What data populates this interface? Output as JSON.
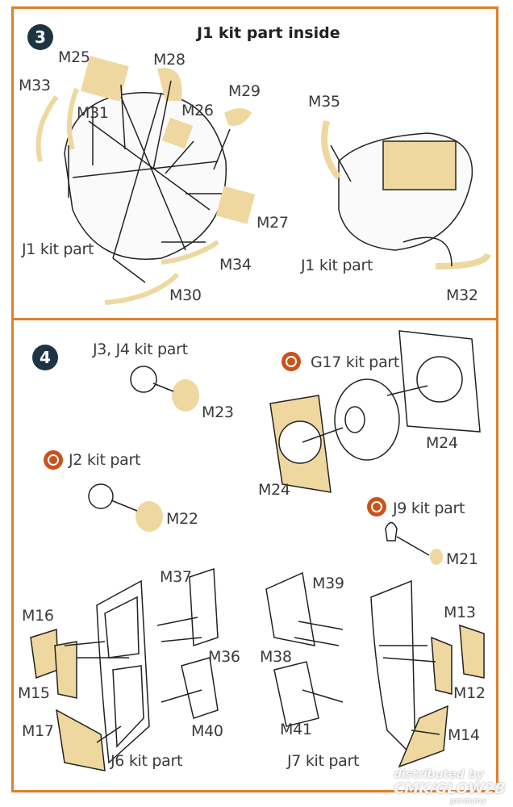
{
  "step3": {
    "number": "3",
    "title": "J1 kit part inside",
    "labels": [
      "M25",
      "M28",
      "M33",
      "M31",
      "M26",
      "M29",
      "M27",
      "J1 kit part",
      "M34",
      "M30",
      "M35",
      "J1 kit part",
      "M32"
    ]
  },
  "step4": {
    "number": "4",
    "labels": [
      "J3, J4 kit part",
      "M23",
      "G17 kit part",
      "M24",
      "M24",
      "J2 kit part",
      "M22",
      "J9 kit part",
      "M21",
      "M37",
      "M36",
      "M16",
      "M15",
      "M17",
      "M40",
      "J6 kit part",
      "M39",
      "M38",
      "M13",
      "M12",
      "M41",
      "M14",
      "J7 kit part"
    ]
  },
  "watermark": {
    "line1": "distributed by",
    "line2": "CMK/GLOW2B",
    "line3": "germany"
  },
  "colors": {
    "border": "#e07f2c",
    "part": "#efd7a0",
    "step_badge": "#1d3442",
    "icon": "#c8531c"
  }
}
